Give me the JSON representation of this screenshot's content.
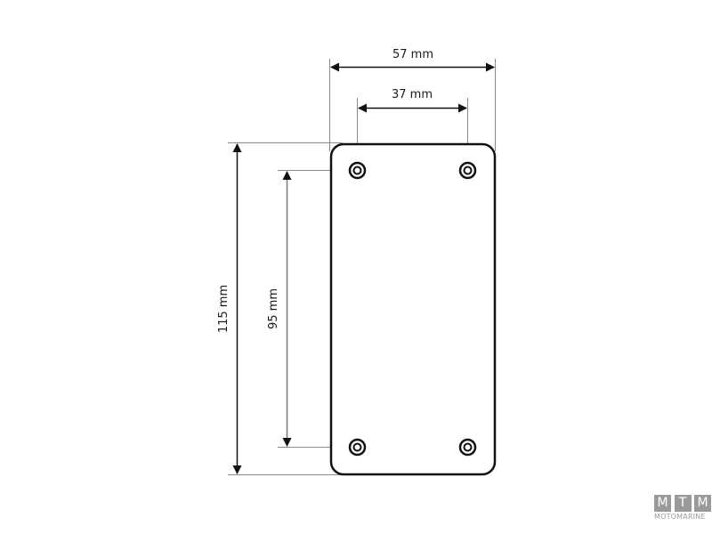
{
  "diagram": {
    "type": "technical-dimension-drawing",
    "subject": "mounting plate with four holes",
    "dimensions": {
      "overall_width": "57 mm",
      "hole_spacing_width": "37 mm",
      "overall_height": "115 mm",
      "hole_spacing_height": "95 mm"
    },
    "holes_count": 4
  },
  "logo": {
    "letters": [
      "M",
      "T",
      "M"
    ],
    "subtitle": "MOTOMARINE"
  },
  "colors": {
    "line": "#111111",
    "extension_line": "#8a8a8a",
    "logo": "#9a9a9a"
  }
}
